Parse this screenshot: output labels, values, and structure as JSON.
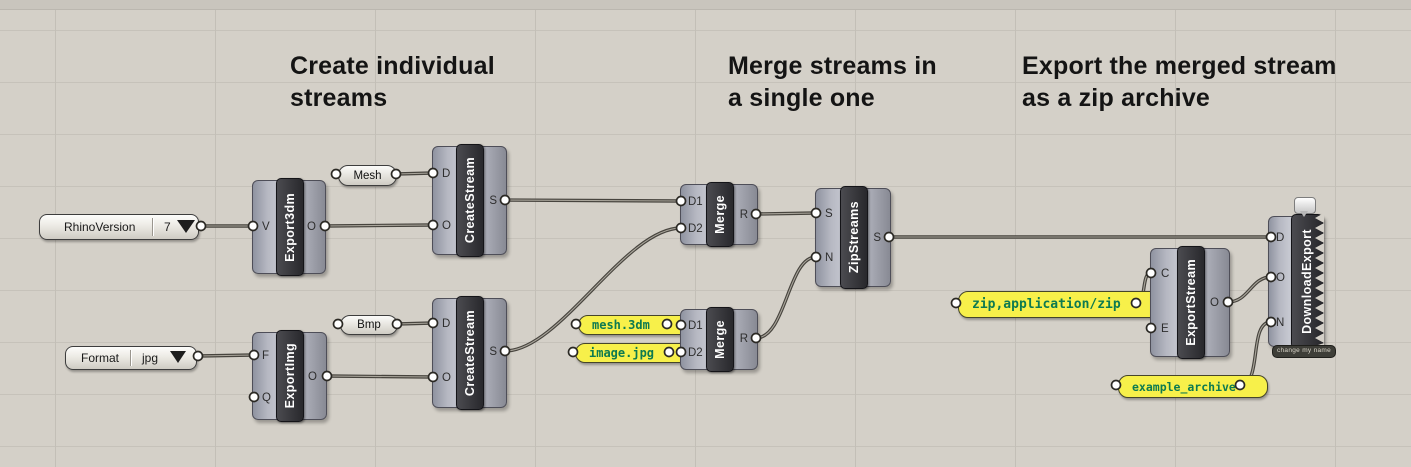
{
  "headers": {
    "create": "Create individual\nstreams",
    "merge": "Merge streams in\na single one",
    "export": "Export the merged stream\nas a zip archive"
  },
  "sliders": {
    "rhino_version": {
      "label": "RhinoVersion",
      "value": "7"
    },
    "format": {
      "label": "Format",
      "value": "jpg"
    }
  },
  "value_panels": {
    "mesh": "Mesh",
    "bmp": "Bmp",
    "mesh_3dm": "mesh.3dm",
    "image_jpg": "image.jpg",
    "zip_mime": "zip,application/zip",
    "example_archive": "example_archive"
  },
  "components": {
    "export3dm": {
      "title": "Export3dm",
      "inputs": {
        "v": "V"
      },
      "outputs": {
        "o": "O"
      }
    },
    "create_stream_top": {
      "title": "CreateStream",
      "inputs": {
        "d": "D",
        "o": "O"
      },
      "outputs": {
        "s": "S"
      }
    },
    "export_img": {
      "title": "ExportImg",
      "inputs": {
        "f": "F",
        "q": "Q"
      },
      "outputs": {
        "o": "O"
      }
    },
    "create_stream_bottom": {
      "title": "CreateStream",
      "inputs": {
        "d": "D",
        "o": "O"
      },
      "outputs": {
        "s": "S"
      }
    },
    "merge_top": {
      "title": "Merge",
      "inputs": {
        "d1": "D1",
        "d2": "D2"
      },
      "outputs": {
        "r": "R"
      }
    },
    "merge_bottom": {
      "title": "Merge",
      "inputs": {
        "d1": "D1",
        "d2": "D2"
      },
      "outputs": {
        "r": "R"
      }
    },
    "zip_streams": {
      "title": "ZipStreams",
      "inputs": {
        "s": "S",
        "n": "N"
      },
      "outputs": {
        "s": "S"
      }
    },
    "export_stream": {
      "title": "ExportStream",
      "inputs": {
        "c": "C",
        "e": "E"
      },
      "outputs": {
        "o": "O"
      }
    },
    "download_export": {
      "title": "DownloadExport",
      "inputs": {
        "d": "D",
        "o": "O",
        "n": "N"
      },
      "name_tag": "change my name"
    }
  },
  "colors": {
    "canvas_bg": "#d4d0c8",
    "grid_line": "#c3bfb7",
    "panel_yellow": "#f7f04a",
    "panel_text_green": "#0d7a50",
    "wire": "#47443e",
    "component_plate": "#2c2c30"
  }
}
